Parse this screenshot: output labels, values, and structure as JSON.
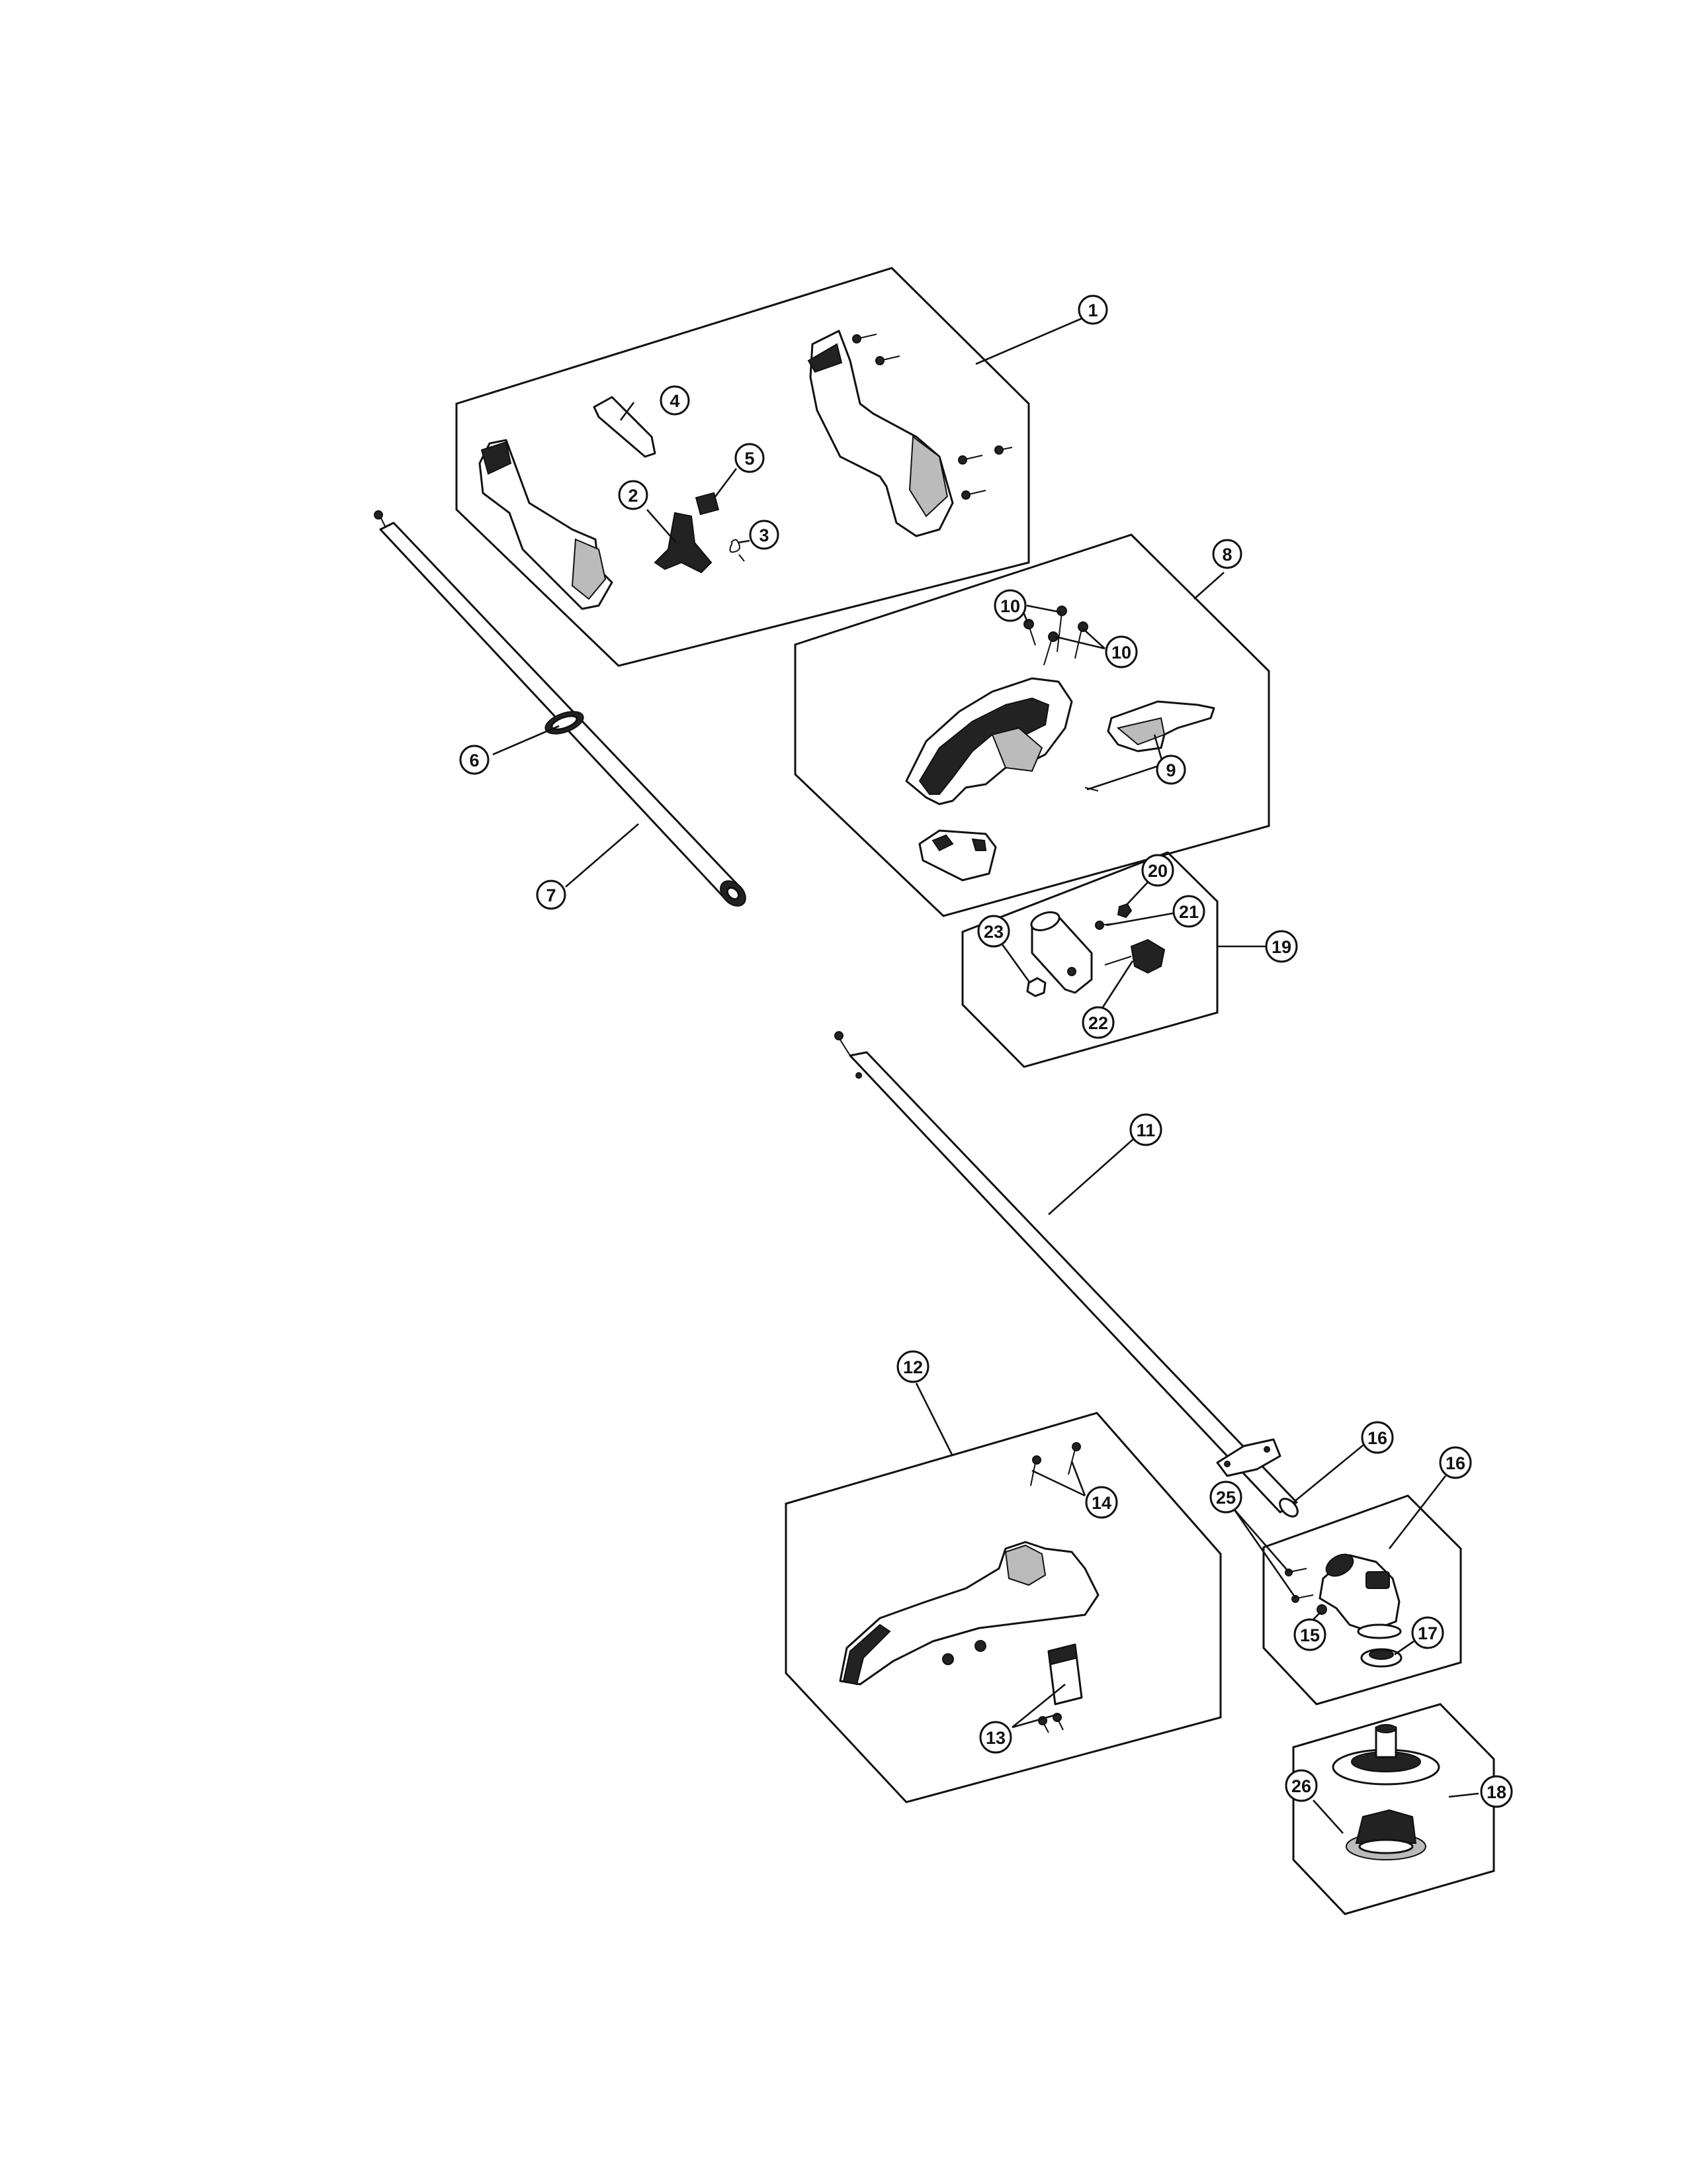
{
  "callouts": {
    "c1": "1",
    "c2": "2",
    "c3": "3",
    "c4": "4",
    "c5": "5",
    "c6": "6",
    "c7": "7",
    "c8": "8",
    "c9": "9",
    "c10a": "10",
    "c10b": "10",
    "c11": "11",
    "c12": "12",
    "c13": "13",
    "c14": "14",
    "c15": "15",
    "c16a": "16",
    "c16b": "16",
    "c17": "17",
    "c18": "18",
    "c19": "19",
    "c20": "20",
    "c21": "21",
    "c22": "22",
    "c23": "23",
    "c25": "25",
    "c26": "26"
  }
}
